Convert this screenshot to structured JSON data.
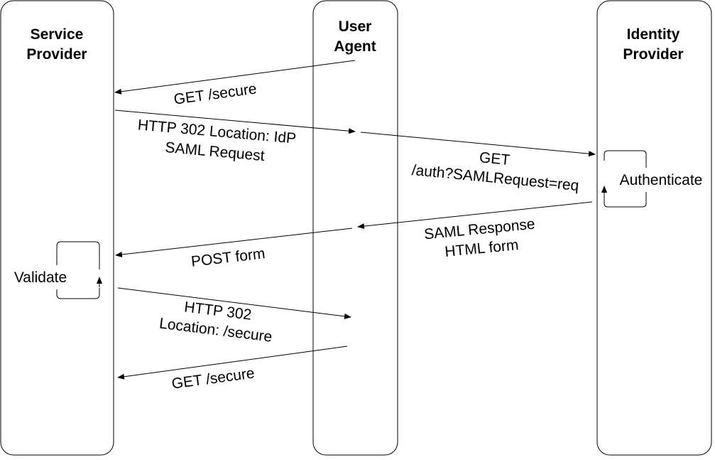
{
  "lanes": [
    {
      "id": "sp",
      "title_lines": [
        "Service",
        "Provider"
      ]
    },
    {
      "id": "ua",
      "title_lines": [
        "User",
        "Agent"
      ]
    },
    {
      "id": "idp",
      "title_lines": [
        "Identity",
        "Provider"
      ]
    }
  ],
  "messages": [
    {
      "id": "m1",
      "from": "ua",
      "to": "sp",
      "label_lines": [
        "GET /secure"
      ]
    },
    {
      "id": "m2",
      "from": "sp",
      "to": "ua",
      "label_lines": [
        "HTTP 302 Location: IdP",
        "SAML Request"
      ]
    },
    {
      "id": "m3",
      "from": "ua",
      "to": "idp",
      "label_lines": [
        "GET",
        "/auth?SAMLRequest=req"
      ]
    },
    {
      "id": "m4",
      "from": "idp",
      "to": "ua",
      "label_lines": [
        "SAML Response",
        "HTML form"
      ]
    },
    {
      "id": "m5",
      "from": "ua",
      "to": "sp",
      "label_lines": [
        "POST form"
      ]
    },
    {
      "id": "m6",
      "from": "sp",
      "to": "ua",
      "label_lines": [
        "HTTP 302",
        "Location: /secure"
      ]
    },
    {
      "id": "m7",
      "from": "ua",
      "to": "sp",
      "label_lines": [
        "GET /secure"
      ]
    }
  ],
  "self_actions": [
    {
      "id": "a1",
      "lane": "idp",
      "label": "Authenticate"
    },
    {
      "id": "a2",
      "lane": "sp",
      "label": "Validate"
    }
  ],
  "colors": {
    "stroke": "#000000",
    "background": "#ffffff",
    "text": "#000000"
  }
}
